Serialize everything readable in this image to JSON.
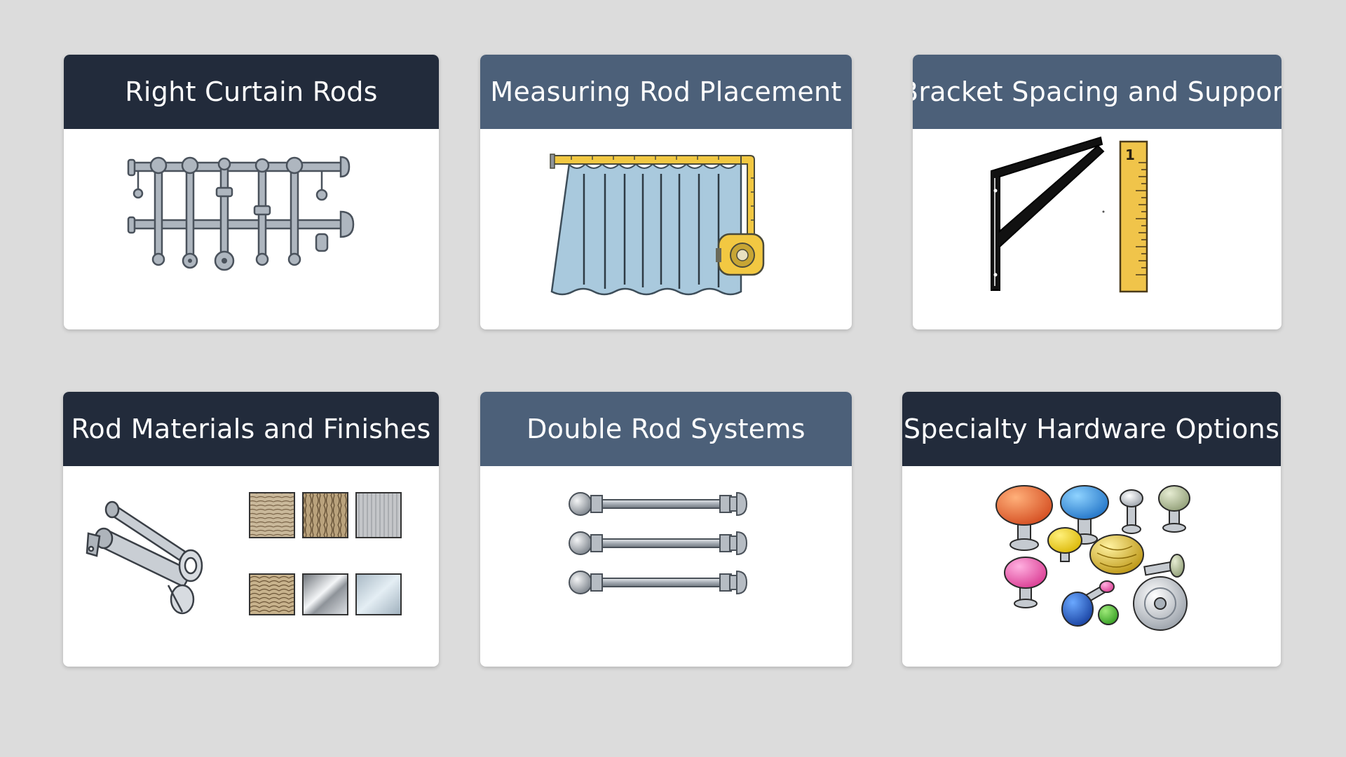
{
  "cards": [
    {
      "title": "Right Curtain Rods",
      "header_color": "#222b3b",
      "icon": "curtain-rods-icon"
    },
    {
      "title": "Measuring Rod Placement",
      "header_color": "#4c6079",
      "icon": "curtain-tape-measure-icon"
    },
    {
      "title": "Bracket Spacing and Support",
      "header_color": "#4c6079",
      "icon": "bracket-ruler-icon"
    },
    {
      "title": "Rod Materials and Finishes",
      "header_color": "#222b3b",
      "icon": "rod-materials-swatches-icon"
    },
    {
      "title": "Double Rod Systems",
      "header_color": "#4c6079",
      "icon": "double-rod-icon"
    },
    {
      "title": "Specialty Hardware Options",
      "header_color": "#222b3b",
      "icon": "knobs-hardware-icon"
    }
  ],
  "ruler_mark": "1"
}
